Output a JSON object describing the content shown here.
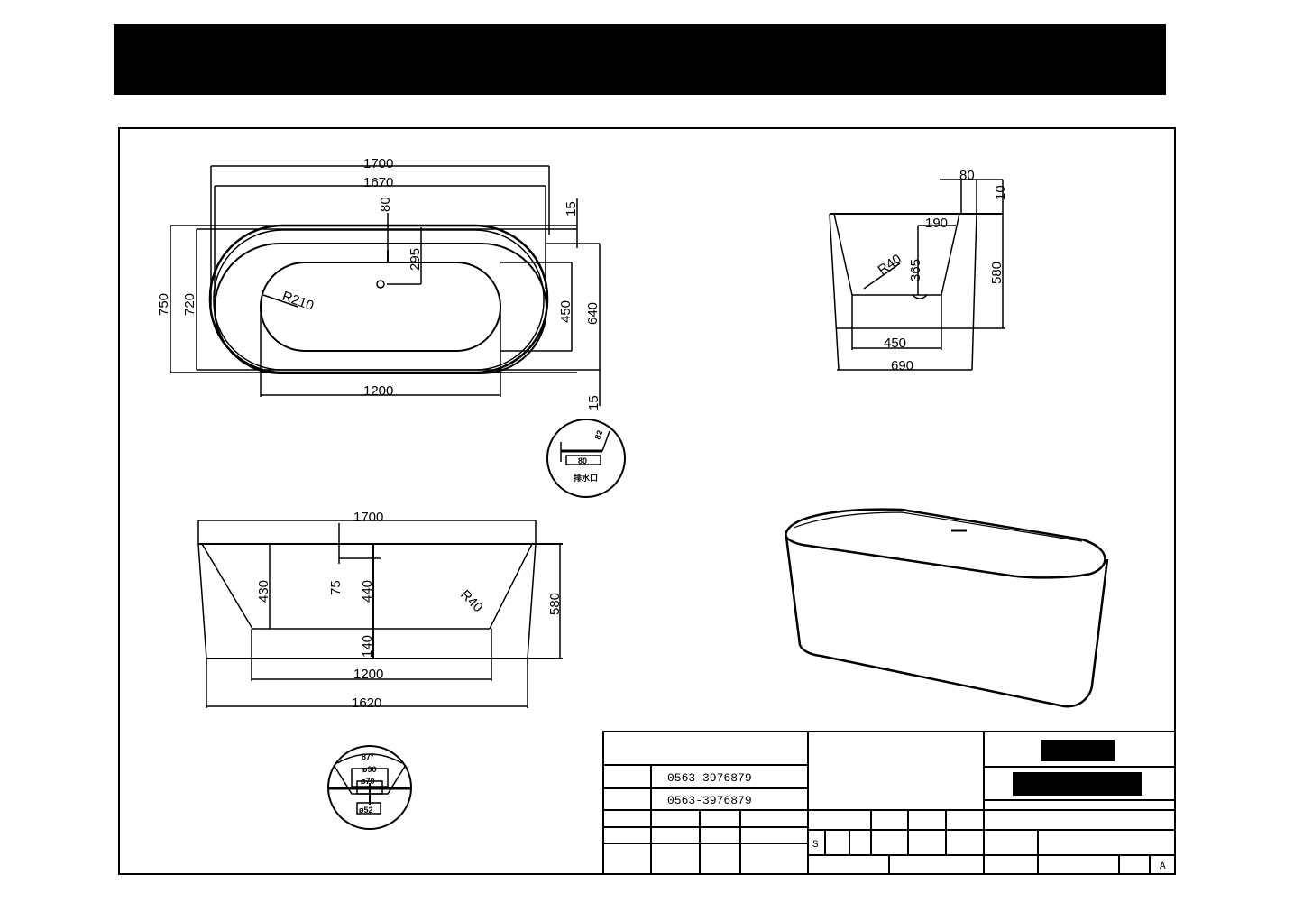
{
  "header": {
    "title_redacted": true,
    "color": "#000000"
  },
  "top_view": {
    "dims": {
      "overall_length": "1700",
      "inner_rim_length": "1670",
      "overall_width": "750",
      "rim_width": "720",
      "inner_width": "640",
      "basin_width": "450",
      "basin_length": "1200",
      "drain_offset": "295",
      "overflow_offset": "80",
      "rim_offset_top": "15",
      "rim_offset_bottom": "15",
      "corner_radius": "R210"
    }
  },
  "side_section": {
    "dims": {
      "top_rim": "80",
      "rim_step": "10",
      "inner_step": "190",
      "corner_radius": "R40",
      "depth": "365",
      "height": "580",
      "bottom_width": "450",
      "base_width": "690"
    }
  },
  "drain_detail": {
    "dims": {
      "angle": "82",
      "width": "80"
    },
    "label": "排水口"
  },
  "front_section": {
    "dims": {
      "overall_length": "1700",
      "depth_left": "430",
      "overflow_depth": "75",
      "center_depth": "440",
      "corner_radius": "R40",
      "height": "580",
      "bottom_thickness": "140",
      "basin_length": "1200",
      "base_length": "1620"
    }
  },
  "overflow_detail": {
    "dims": {
      "angle": "87°",
      "outer_dia": "ø90",
      "inner_dia": "ø70",
      "pipe_dia": "ø52"
    }
  },
  "title_block": {
    "phone_1": "0563-3976879",
    "phone_2": "0563-3976879",
    "scale_label": "S",
    "revision": "A"
  }
}
